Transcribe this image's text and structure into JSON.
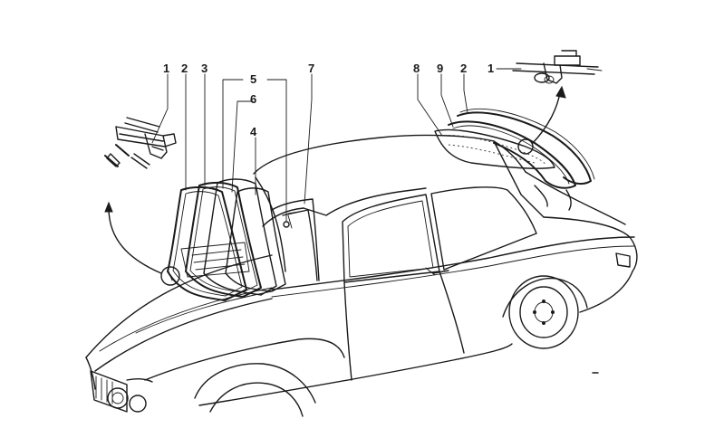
{
  "callouts": {
    "c1_left": "1",
    "c2_left": "2",
    "c3": "3",
    "c5": "5",
    "c6": "6",
    "c7": "7",
    "c4": "4",
    "c8": "8",
    "c9": "9",
    "c2_right": "2",
    "c1_right": "1"
  },
  "colors": {
    "ink": "#1a1a1a",
    "paper": "#ffffff"
  }
}
